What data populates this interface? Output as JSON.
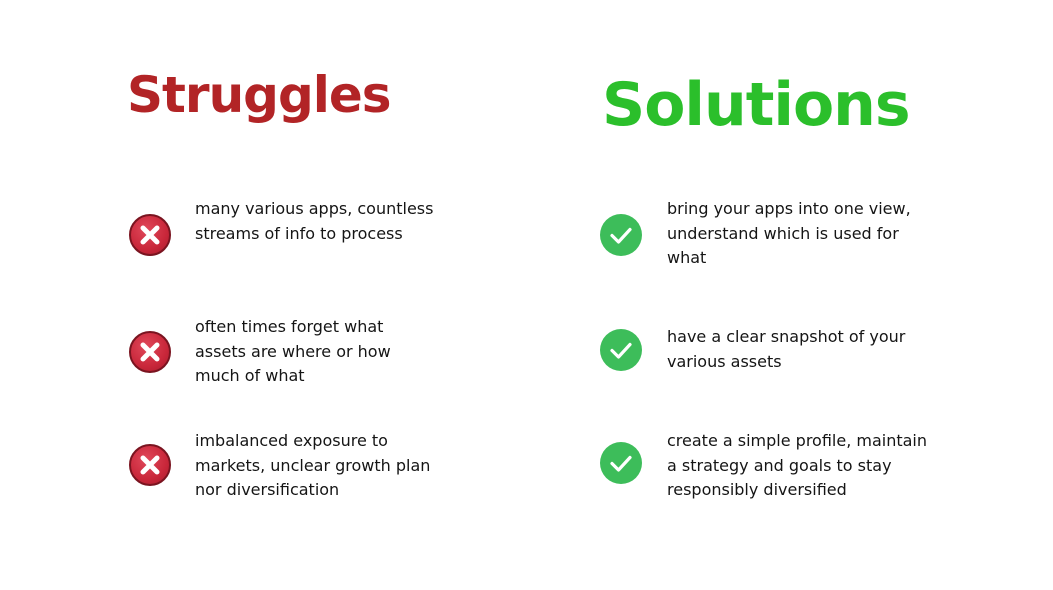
{
  "struggles": {
    "title": "Struggles",
    "items": [
      {
        "text": "many various apps, countless streams of info to process",
        "icon": "cross-icon"
      },
      {
        "text": "often times forget what assets are where or how much of what",
        "icon": "cross-icon"
      },
      {
        "text": "imbalanced exposure to markets, unclear growth plan nor diversification",
        "icon": "cross-icon"
      }
    ],
    "color": "#b22426"
  },
  "solutions": {
    "title": "Solutions",
    "items": [
      {
        "text": "bring your apps into one view, understand which is used for what",
        "icon": "check-icon"
      },
      {
        "text": "have a clear snapshot of your various assets",
        "icon": "check-icon"
      },
      {
        "text": "create a simple profile, maintain a strategy and goals to stay responsibly diversified",
        "icon": "check-icon"
      }
    ],
    "color": "#2bbf2b"
  }
}
